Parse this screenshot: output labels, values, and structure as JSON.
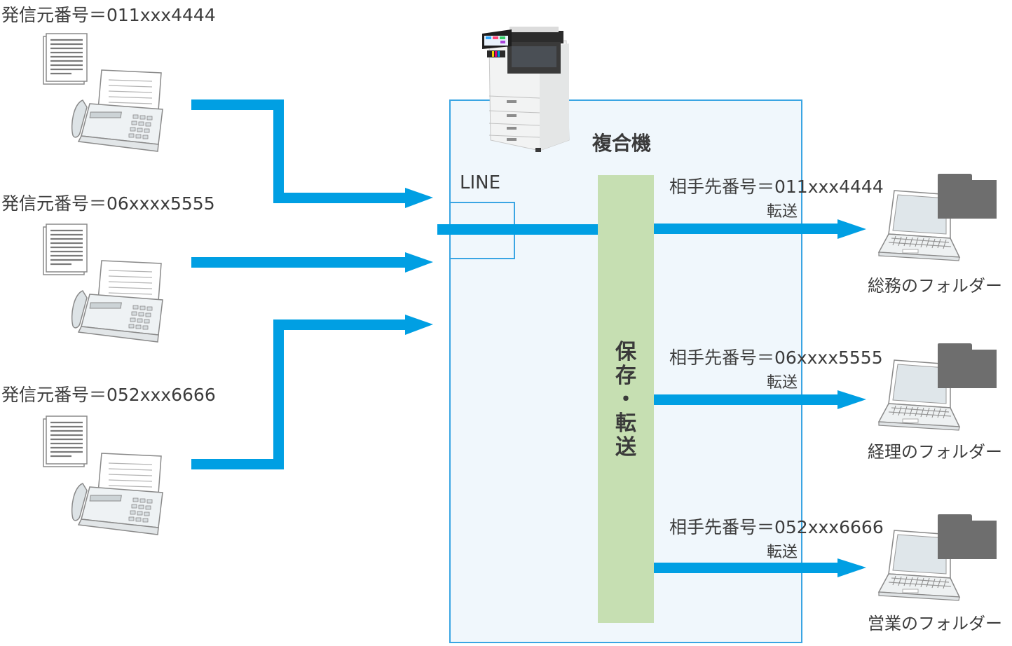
{
  "colors": {
    "arrow": "#009fe3",
    "mfp_box_fill": "#f0f7fc",
    "mfp_box_border": "#3aa5e3",
    "process_bar": "#c6dfb2",
    "folder": "#6e6e6e",
    "text": "#3a3a3a"
  },
  "senders": [
    {
      "label": "発信元番号＝011xxx4444",
      "icon": "fax-machine-icon",
      "document_icon": "document-icon"
    },
    {
      "label": "発信元番号＝06xxxx5555",
      "icon": "fax-machine-icon",
      "document_icon": "document-icon"
    },
    {
      "label": "発信元番号＝052xxx6666",
      "icon": "fax-machine-icon",
      "document_icon": "document-icon"
    }
  ],
  "mfp": {
    "title": "複合機",
    "icon": "multifunction-printer-icon",
    "line_label": "LINE",
    "process_chars": [
      "保",
      "存",
      "・",
      "転",
      "送"
    ]
  },
  "destinations": [
    {
      "condition": "相手先番号＝011xxx4444",
      "action": "転送",
      "folder_label": "総務のフォルダー",
      "icon": "laptop-icon",
      "folder_icon": "folder-icon"
    },
    {
      "condition": "相手先番号＝06xxxx5555",
      "action": "転送",
      "folder_label": "経理のフォルダー",
      "icon": "laptop-icon",
      "folder_icon": "folder-icon"
    },
    {
      "condition": "相手先番号＝052xxx6666",
      "action": "転送",
      "folder_label": "営業のフォルダー",
      "icon": "laptop-icon",
      "folder_icon": "folder-icon"
    }
  ]
}
